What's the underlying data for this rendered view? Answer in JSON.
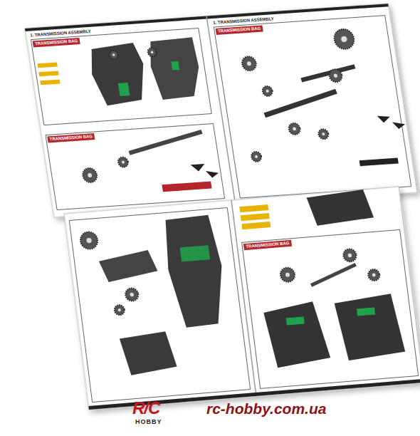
{
  "diagram": {
    "labels": [
      "1. TRANSMISSION ASSEMBLY",
      "1. TRANSMISSION ASSEMBLY",
      "TRANSMISSION BAG",
      "TRANSMISSION BAG",
      "TRANSMISSION BAG",
      "TRANSMISSION BAG",
      "R/C",
      "HOBBY",
      "rc-hobby.com.ua"
    ]
  }
}
